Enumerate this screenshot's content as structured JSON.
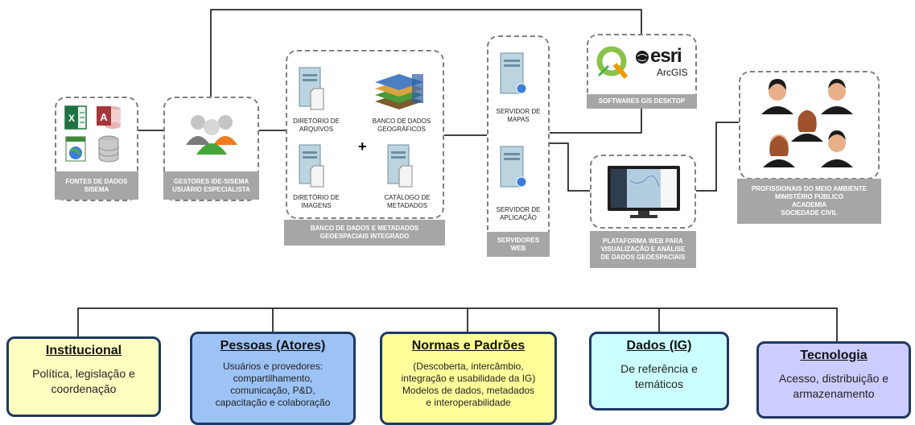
{
  "nodes": {
    "sources": {
      "caption": "FONTES DE DADOS\nSISEMA"
    },
    "managers": {
      "caption": "GESTORES IDE-SISEMA\nUSUÁRIO ESPECIALISTA"
    },
    "database": {
      "caption": "BANCO DE DADOS E METADADOS\nGEOESPACIAIS INTEGRADO",
      "files_label": "DIRETÓRIO DE\nARQUIVOS",
      "geo_label": "BANCO DE DADOS\nGEOGRÁFICOS",
      "images_label": "DIRETÓRIO DE\nIMAGENS",
      "catalog_label": "CATÁLOGO DE\nMETADADOS",
      "plus": "+"
    },
    "servers": {
      "caption": "SERVIDORES\nWEB",
      "map_label": "SERVIDOR DE\nMAPAS",
      "app_label": "SERVIDOR DE\nAPLICAÇÃO"
    },
    "desktop": {
      "caption": "SOFTWARES GIS DESKTOP",
      "esri": "esri",
      "arcgis": "ArcGIS"
    },
    "web": {
      "caption": "PLATAFORMA WEB PARA\nVISUALIZAÇÃO E ANÁLISE\nDE DADOS GEOESPACIAIS"
    },
    "users": {
      "caption": "PROFISSIONAIS DO MEIO AMBIENTE\nMINISTÉRIO PÚBLICO\nACADEMIA\nSOCIEDADE CIVIL"
    }
  },
  "pillars": [
    {
      "title": "Institucional",
      "body": "Política, legislação e\ncoordenação",
      "color": "#ffffc0"
    },
    {
      "title": "Pessoas (Atores)",
      "body": "Usuários e provedores:\ncompartilhamento,\ncomunicação, P&D,\ncapacitação e colaboração",
      "color": "#9dc3f5"
    },
    {
      "title": "Normas e Padrões",
      "body": "(Descoberta, intercâmbio,\nintegração e usabilidade da IG)\nModelos de dados, metadados\ne interoperabilidade",
      "color": "#ffff99"
    },
    {
      "title": "Dados (IG)",
      "body": "De referência e\ntemáticos",
      "color": "#ccffff"
    },
    {
      "title": "Tecnologia",
      "body": "Acesso, distribuição e\narmazenamento",
      "color": "#ccccff"
    }
  ],
  "colors": {
    "caption_bg": "#a6a6a6",
    "pillar_border": "#1f3864",
    "connector": "#000000"
  }
}
